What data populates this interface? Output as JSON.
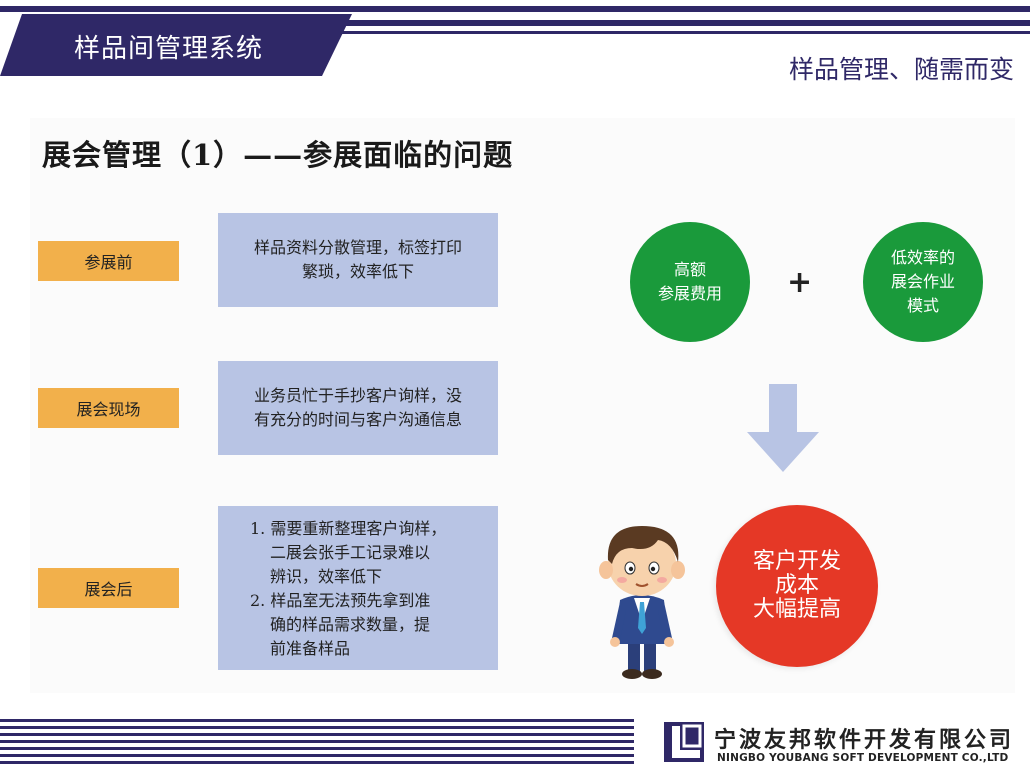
{
  "header": {
    "system_title": "样品间管理系统",
    "slogan": "样品管理、随需而变",
    "color": "#2f2867"
  },
  "slide": {
    "title": "展会管理（1）——参展面临的问题"
  },
  "stages": [
    {
      "label": "参展前",
      "problem_lines": [
        "样品资料分散管理，标签打印",
        "繁琐，效率低下"
      ]
    },
    {
      "label": "展会现场",
      "problem_lines": [
        "业务员忙于手抄客户询样，没",
        "有充分的时间与客户沟通信息"
      ]
    },
    {
      "label": "展会后",
      "problem_items": [
        [
          "1.",
          "需要重新整理客户询样，二展会张手工记录难以辨识，效率低下"
        ],
        [
          "2.",
          "样品室无法预先拿到准确的样品需求数量，提前准备样品"
        ]
      ],
      "problem_lines": [
        "1. 需要重新整理客户询样，",
        "二展会张手工记录难以",
        "辨识，效率低下",
        "2. 样品室无法预先拿到准",
        "确的样品需求数量，提",
        "前准备样品"
      ]
    }
  ],
  "causes": {
    "left": [
      "高额",
      "参展费用"
    ],
    "plus": "+",
    "right": [
      "低效率的",
      "展会作业",
      "模式"
    ]
  },
  "result": [
    "客户开发",
    "成本",
    "大幅提高"
  ],
  "icons": {
    "arrow": "down-arrow-icon",
    "person": "businessman-cartoon-icon",
    "logo": "company-logo-icon"
  },
  "colors": {
    "stage_label": "#f2b04b",
    "problem_box": "#b8c4e4",
    "green": "#1a9a3b",
    "red": "#e53826",
    "arrow": "#b8c4e4"
  },
  "footer": {
    "company_cn": "宁波友邦软件开发有限公司",
    "company_en": "NINGBO YOUBANG SOFT DEVELOPMENT CO.,LTD"
  }
}
